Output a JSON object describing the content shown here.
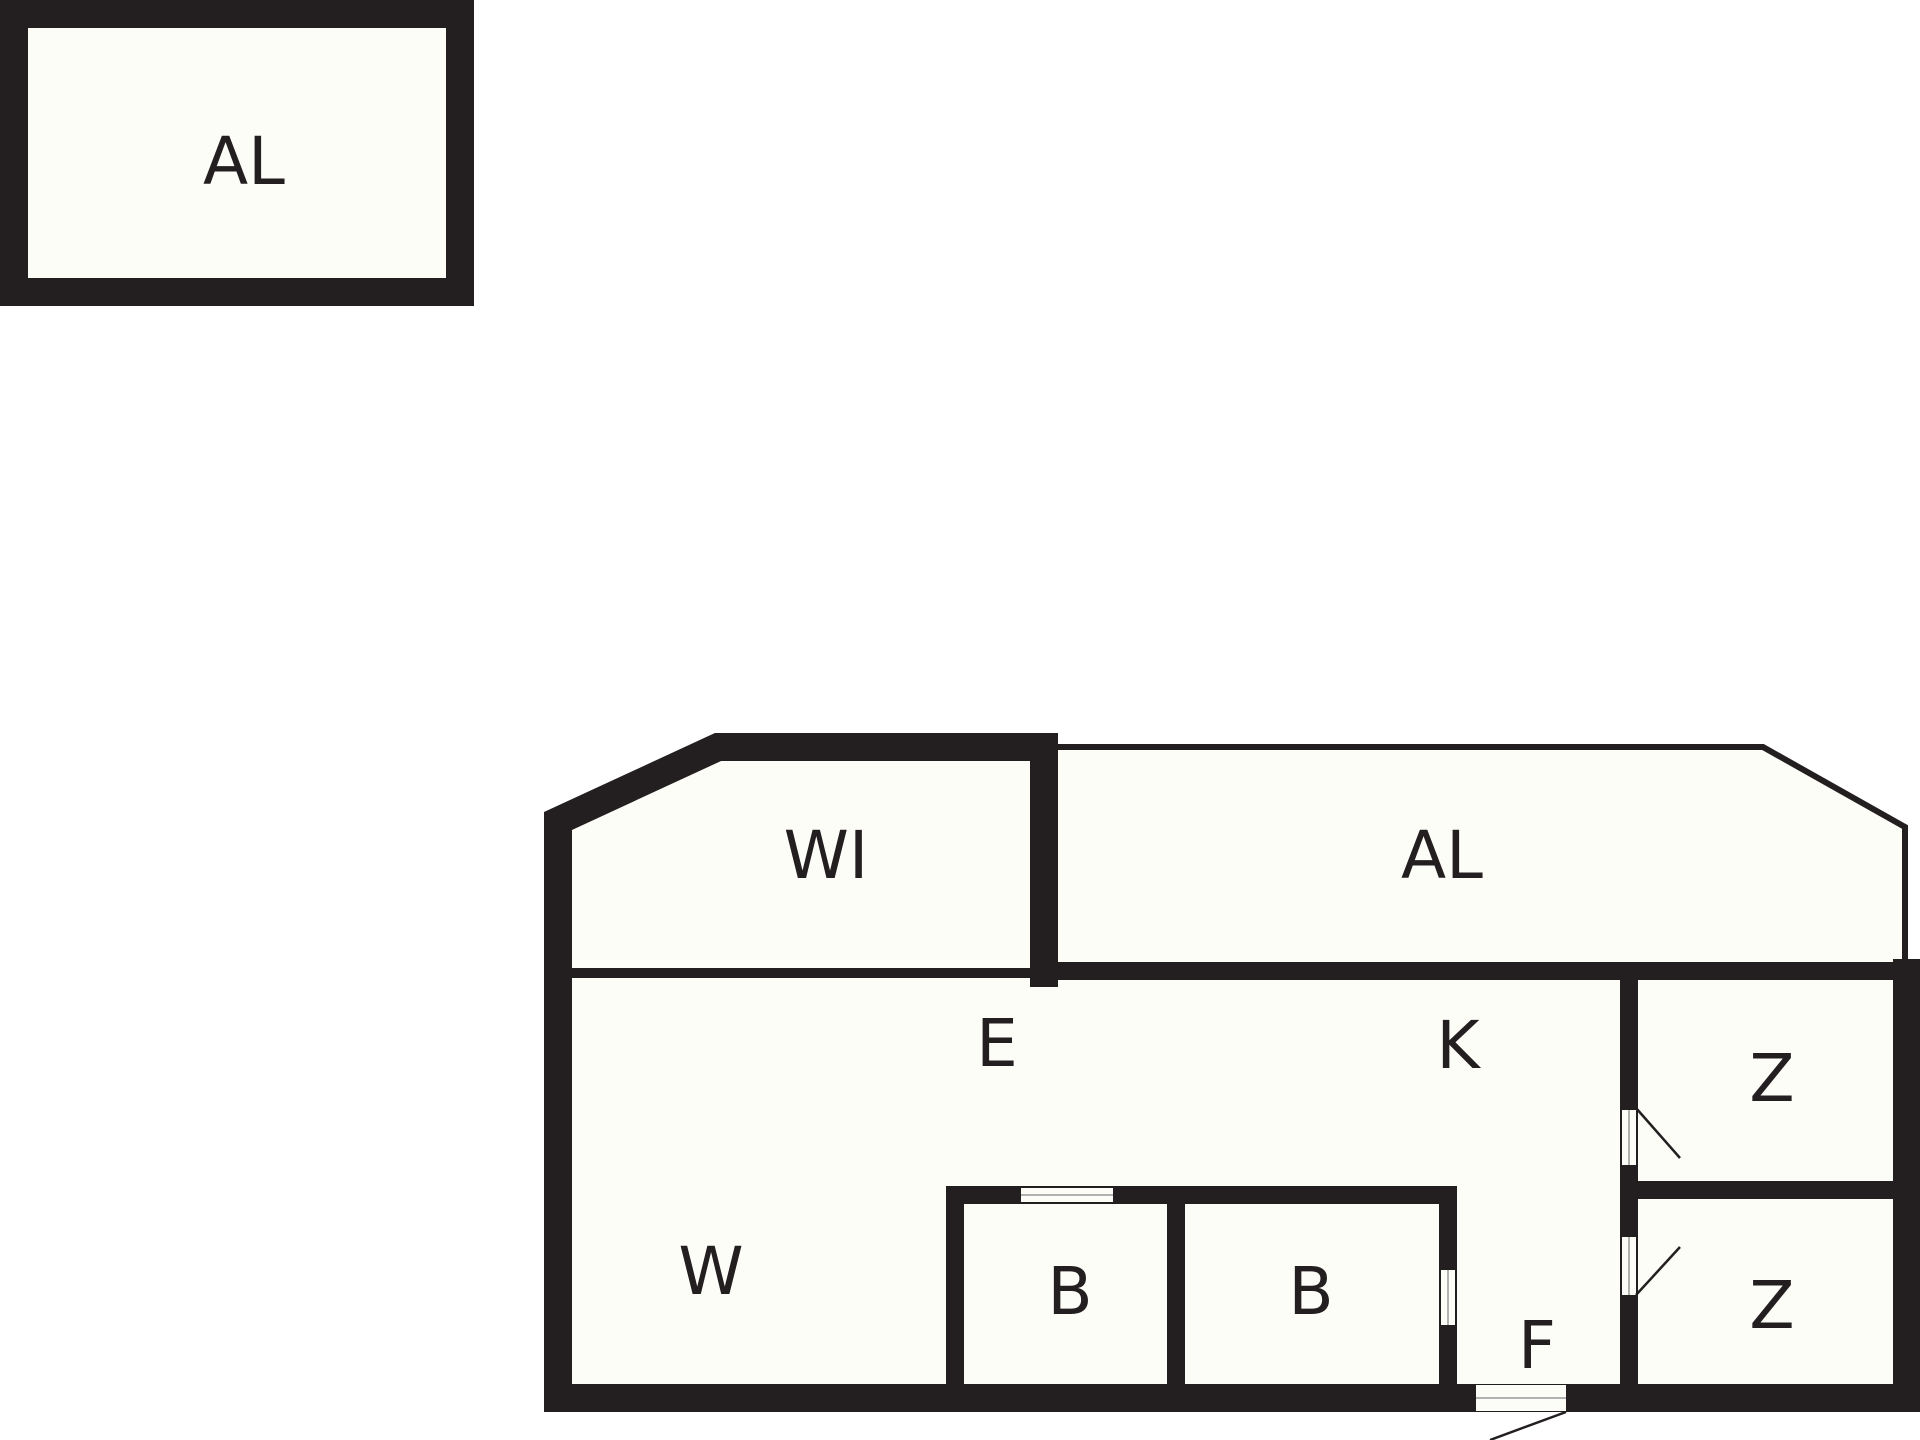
{
  "plan": {
    "separate_unit": {
      "label": "AL"
    },
    "rooms": {
      "wi": {
        "label": "WI"
      },
      "al": {
        "label": "AL"
      },
      "e": {
        "label": "E"
      },
      "k": {
        "label": "K"
      },
      "w": {
        "label": "W"
      },
      "z_top": {
        "label": "Z"
      },
      "z_bottom": {
        "label": "Z"
      },
      "b_left": {
        "label": "B"
      },
      "b_right": {
        "label": "B"
      },
      "f": {
        "label": "F"
      }
    }
  }
}
